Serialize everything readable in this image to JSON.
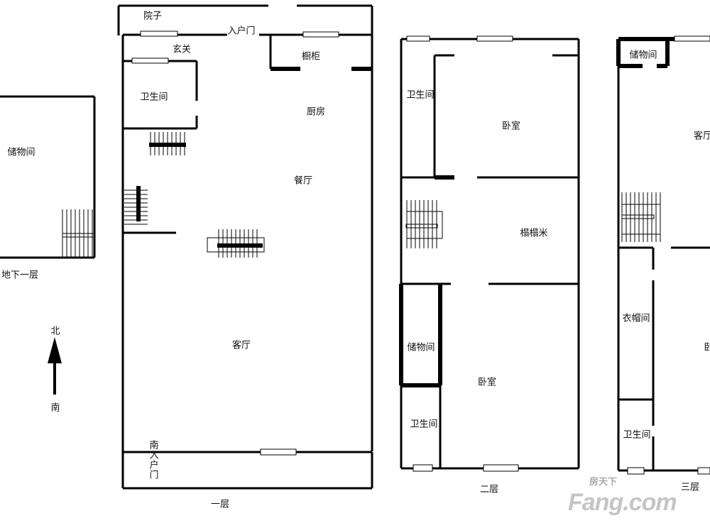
{
  "floor_b1": {
    "title": "地下一层",
    "rooms": [
      "储物间"
    ]
  },
  "compass": {
    "north": "北",
    "south": "南"
  },
  "floor_1": {
    "title": "一层",
    "yard": "院子",
    "entry_door": "入户门",
    "foyer": "玄关",
    "cabinet": "橱柜",
    "bathroom": "卫生间",
    "kitchen": "厨房",
    "dining": "餐厅",
    "living": "客厅",
    "south_door": "南入户门"
  },
  "floor_2": {
    "title": "二层",
    "bathroom_top": "卫生间",
    "bedroom_top": "卧室",
    "tatami": "榻榻米",
    "storage": "储物间",
    "bedroom_bottom": "卧室",
    "bathroom_bottom": "卫生间"
  },
  "floor_3": {
    "title": "三层",
    "storage": "储物间",
    "living": "客厅",
    "wardrobe": "衣帽间",
    "bedroom": "卧",
    "bathroom": "卫生间"
  },
  "watermark": {
    "cn": "房天下",
    "en": "Fang.com"
  }
}
